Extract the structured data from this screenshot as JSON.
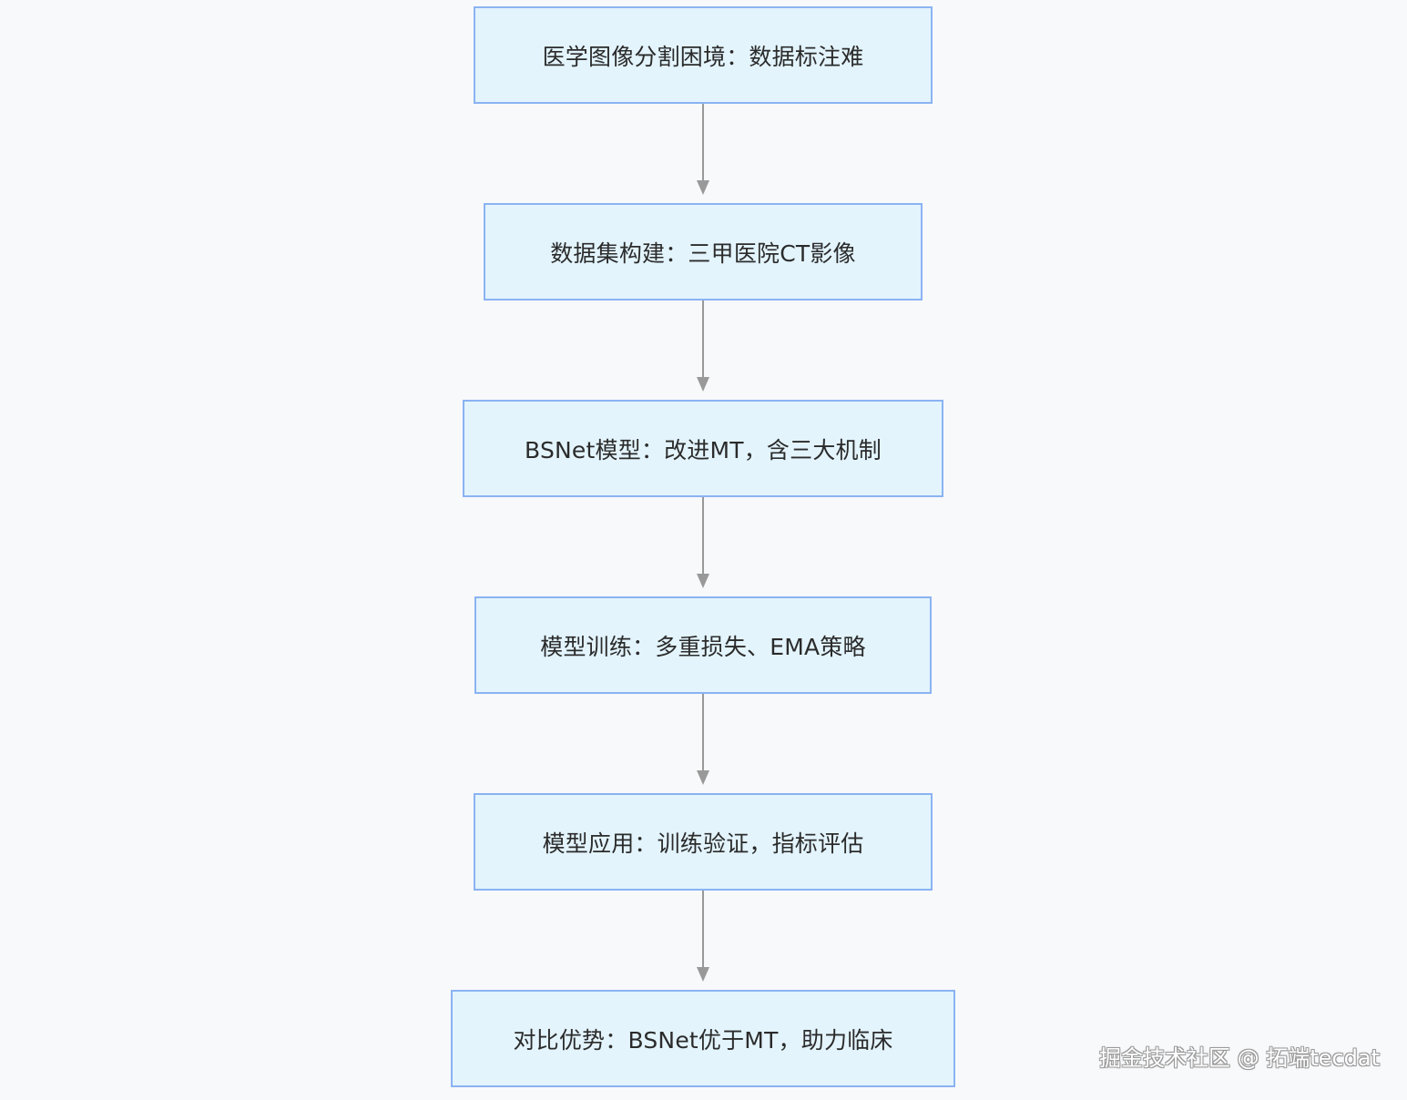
{
  "colors": {
    "background": "#f8f9fb",
    "node_fill": "#e3f4fd",
    "node_border": "#8ab3f2",
    "edge": "#999999",
    "text": "#2b2b2b"
  },
  "flowchart": {
    "direction": "top-to-bottom",
    "nodes": [
      {
        "id": "n1",
        "label": "医学图像分割困境：数据标注难"
      },
      {
        "id": "n2",
        "label": "数据集构建：三甲医院CT影像"
      },
      {
        "id": "n3",
        "label": "BSNet模型：改进MT，含三大机制"
      },
      {
        "id": "n4",
        "label": "模型训练：多重损失、EMA策略"
      },
      {
        "id": "n5",
        "label": "模型应用：训练验证，指标评估"
      },
      {
        "id": "n6",
        "label": "对比优势：BSNet优于MT，助力临床"
      }
    ],
    "edges": [
      {
        "from": "n1",
        "to": "n2"
      },
      {
        "from": "n2",
        "to": "n3"
      },
      {
        "from": "n3",
        "to": "n4"
      },
      {
        "from": "n4",
        "to": "n5"
      },
      {
        "from": "n5",
        "to": "n6"
      }
    ]
  },
  "watermark": "掘金技术社区 @ 拓端tecdat"
}
